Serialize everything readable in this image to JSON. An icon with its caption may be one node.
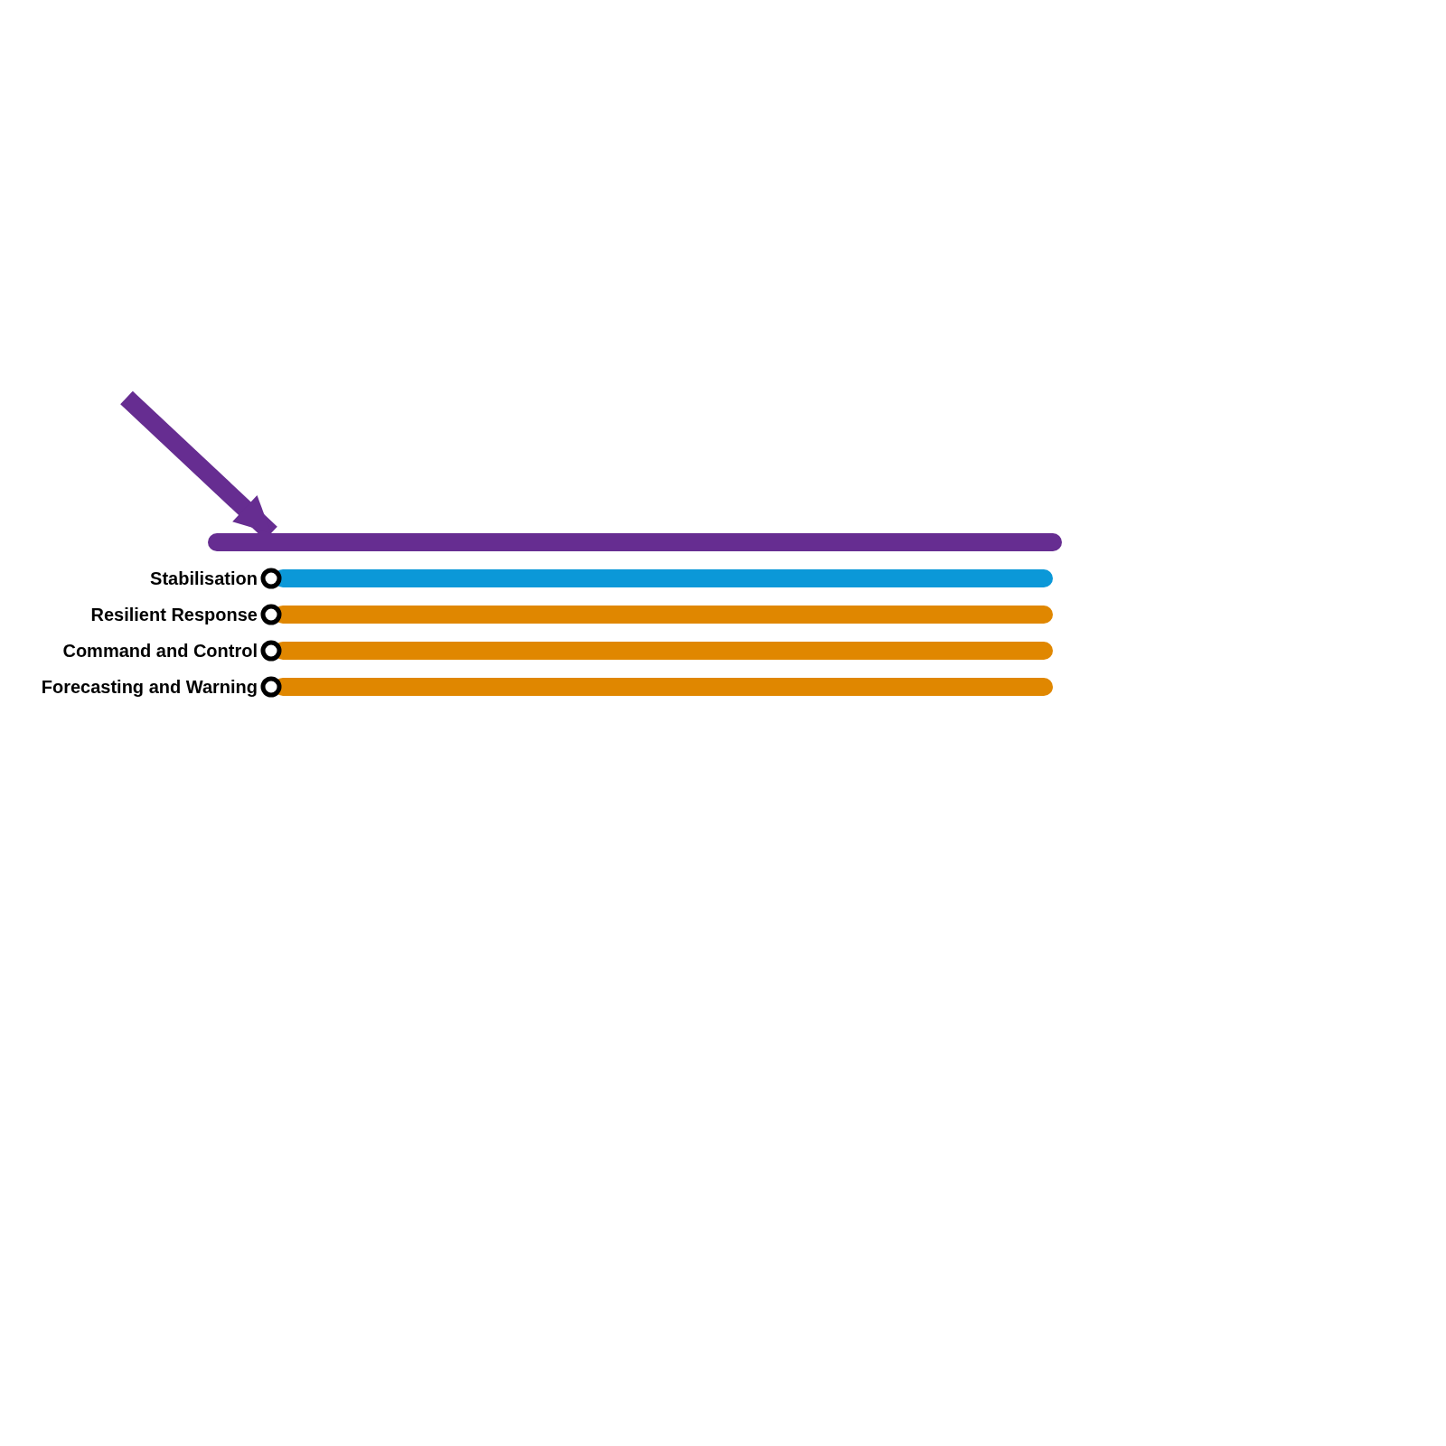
{
  "diagram": {
    "nodes": [
      {
        "text": [],
        "shape": "bar"
      },
      {
        "text": [
          "Stabilisation"
        ]
      },
      {
        "text": [
          "Resilient Response"
        ]
      },
      {
        "text": [
          "Command and Control"
        ]
      },
      {
        "text": [
          "Forecasting and Warning"
        ]
      }
    ],
    "edges": [
      {
        "from": null,
        "to": 0,
        "arrow": "to",
        "color": "#662d91"
      },
      {
        "from": 1,
        "to": null,
        "arrow": "none",
        "color": "#0b98d8"
      },
      {
        "from": 2,
        "to": null,
        "arrow": "none"
      },
      {
        "from": 3,
        "to": null,
        "arrow": "none"
      },
      {
        "from": 4,
        "to": null,
        "arrow": "none"
      }
    ]
  }
}
